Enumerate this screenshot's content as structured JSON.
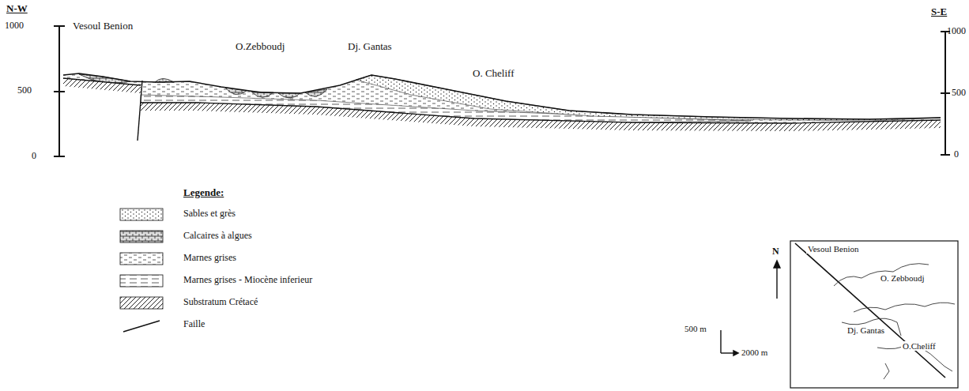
{
  "diagram": {
    "labels": [
      "N-W",
      "1000",
      "500",
      "0",
      "Vesoul Benion",
      "O.Zebboudj",
      "Dj. Gantas",
      "O. Cheliff",
      "S-E",
      "1000",
      "500",
      "0",
      "Legende:",
      "500 m",
      "2000 m",
      "N",
      "Vesoul Benion",
      "O. Zebboudj",
      "Dj. Gantas",
      "O.Cheliff"
    ],
    "legend": [
      {
        "text": "Sables et grès"
      },
      {
        "text": "Calcaires à algues"
      },
      {
        "text": "Marnes grises"
      },
      {
        "text": "Marnes grises - Miocène inferieur"
      },
      {
        "text": "Substratum Crétacé"
      },
      {
        "text": "Faille"
      }
    ]
  }
}
